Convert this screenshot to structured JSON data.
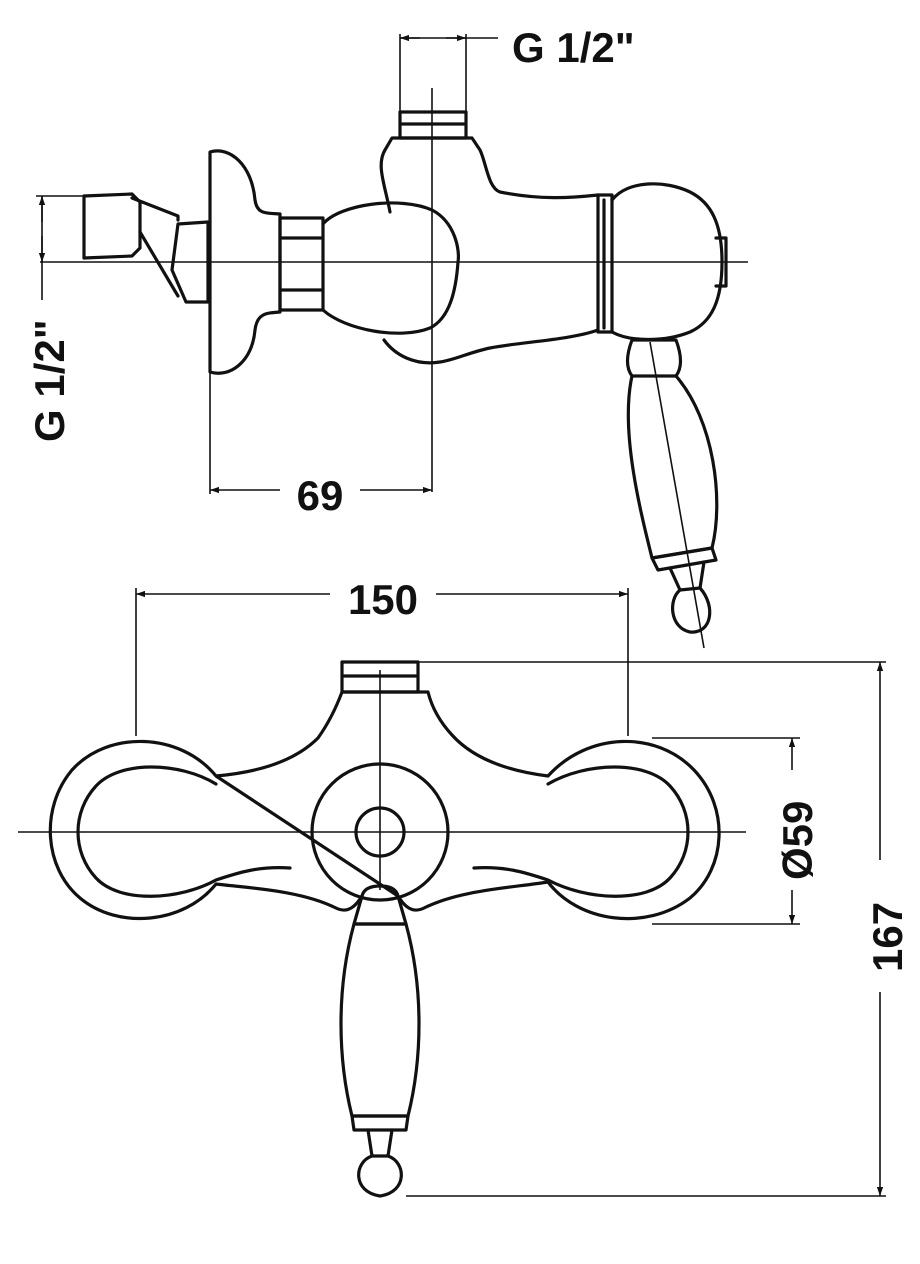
{
  "drawing": {
    "dimensions": {
      "inlet_top_thread": "G 1/2\"",
      "inlet_side_thread": "G 1/2\"",
      "wall_offset": "69",
      "center_distance": "150",
      "flange_diameter": "Ø59",
      "total_height": "167"
    },
    "line_color": "#111111",
    "background_color": "#ffffff"
  }
}
